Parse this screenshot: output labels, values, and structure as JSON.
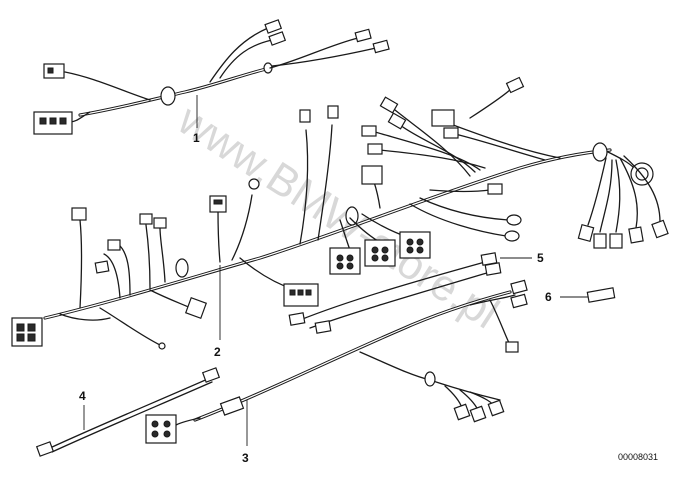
{
  "callouts": {
    "c1": "1",
    "c2": "2",
    "c3": "3",
    "c4": "4",
    "c5": "5",
    "c6": "6"
  },
  "drawing_number": "00008031",
  "watermark": "www.BMW-store.pl",
  "colors": {
    "line": "#1a1a1a",
    "watermark": "#9a9a9a",
    "background": "#ffffff"
  }
}
